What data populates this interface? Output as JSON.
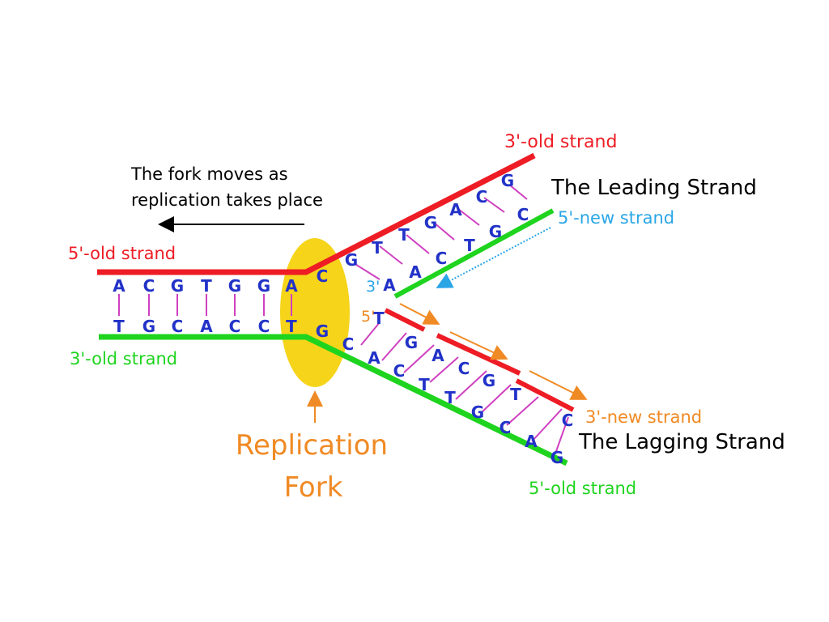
{
  "labels": {
    "top_old_strand_right": "3'-old strand",
    "leading_strand": "The Leading Strand",
    "new_strand_leading": "5'-new strand",
    "fork_moves_line1": "The fork moves as",
    "fork_moves_line2": "replication takes place",
    "old_strand_top_left": "5'-old strand",
    "old_strand_bottom_left": "3'-old strand",
    "leading_three_prime": "3'",
    "lagging_five_prime": "5'",
    "new_strand_lagging": "3'-new strand",
    "lagging_strand": "The Lagging Strand",
    "old_strand_bottom_right": "5'-old strand",
    "fork_title_line1": "Replication",
    "fork_title_line2": "Fork"
  },
  "bases": {
    "left_top": [
      "A",
      "C",
      "G",
      "T",
      "G",
      "G",
      "A"
    ],
    "left_bottom": [
      "T",
      "G",
      "C",
      "A",
      "C",
      "C",
      "T"
    ],
    "fork_top": "C",
    "fork_bottom": "G",
    "leading_old": [
      "G",
      "T",
      "T",
      "G",
      "A",
      "C",
      "G"
    ],
    "leading_new": [
      "A",
      "A",
      "C",
      "T",
      "G",
      "C"
    ],
    "lagging_new": [
      "T",
      "G",
      "A",
      "C",
      "G",
      "T",
      "C"
    ],
    "lagging_old": [
      "C",
      "A",
      "C",
      "T",
      "T",
      "G",
      "C",
      "A",
      "G"
    ]
  },
  "colors": {
    "old_strand_top": "#ee1c24",
    "old_strand_bottom": "#1ed41e",
    "new_strand_leading": "#1ed41e",
    "new_strand_lagging": "#ee1c24",
    "base": "#2232c8",
    "base_pair_line": "#d040c0",
    "fork_bubble": "#f5d41a",
    "orange": "#f08a24",
    "cyan": "#2aa6e6"
  }
}
